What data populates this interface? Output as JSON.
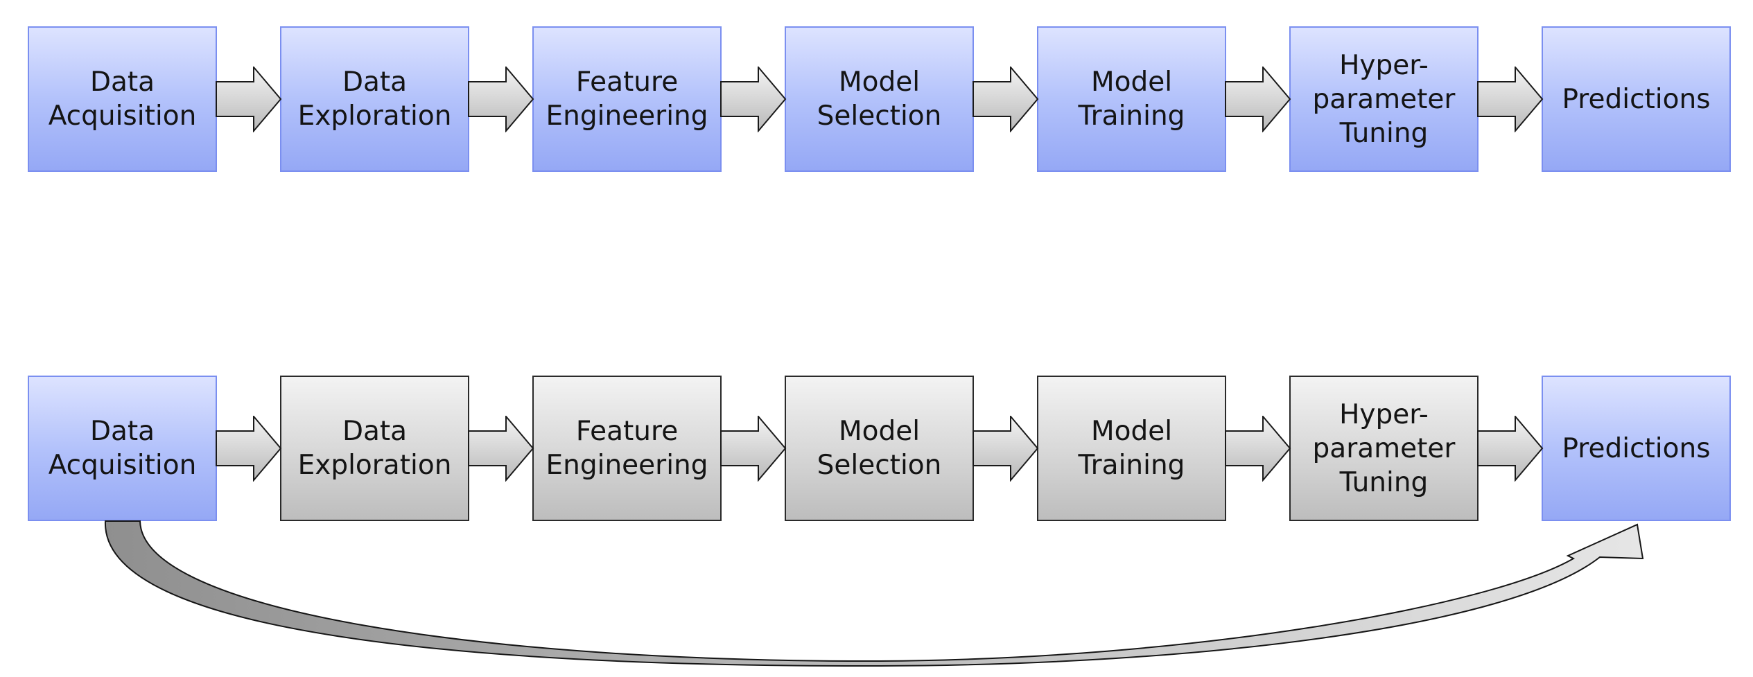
{
  "pipeline_top": {
    "steps": [
      {
        "lines": [
          "Data",
          "Acquisition"
        ],
        "style": "blue"
      },
      {
        "lines": [
          "Data",
          "Exploration"
        ],
        "style": "blue"
      },
      {
        "lines": [
          "Feature",
          "Engineering"
        ],
        "style": "blue"
      },
      {
        "lines": [
          "Model",
          "Selection"
        ],
        "style": "blue"
      },
      {
        "lines": [
          "Model",
          "Training"
        ],
        "style": "blue"
      },
      {
        "lines": [
          "Hyper-",
          "parameter",
          "Tuning"
        ],
        "style": "blue"
      },
      {
        "lines": [
          "Predictions"
        ],
        "style": "blue"
      }
    ]
  },
  "pipeline_bottom": {
    "steps": [
      {
        "lines": [
          "Data",
          "Acquisition"
        ],
        "style": "blue"
      },
      {
        "lines": [
          "Data",
          "Exploration"
        ],
        "style": "gray"
      },
      {
        "lines": [
          "Feature",
          "Engineering"
        ],
        "style": "gray"
      },
      {
        "lines": [
          "Model",
          "Selection"
        ],
        "style": "gray"
      },
      {
        "lines": [
          "Model",
          "Training"
        ],
        "style": "gray"
      },
      {
        "lines": [
          "Hyper-",
          "parameter",
          "Tuning"
        ],
        "style": "gray"
      },
      {
        "lines": [
          "Predictions"
        ],
        "style": "blue"
      }
    ],
    "bypass_arrow": {
      "from_step": 0,
      "to_step": 6
    }
  },
  "colors": {
    "active_fill_top": "#dde3ff",
    "active_fill_bottom": "#95a8f5",
    "active_border": "#7b8ff0",
    "inactive_fill_top": "#f3f3f3",
    "inactive_fill_bottom": "#bdbdbd",
    "inactive_border": "#2a2a2a",
    "arrow_fill": "#d6d6d6",
    "arrow_stroke": "#1a1a1a"
  }
}
